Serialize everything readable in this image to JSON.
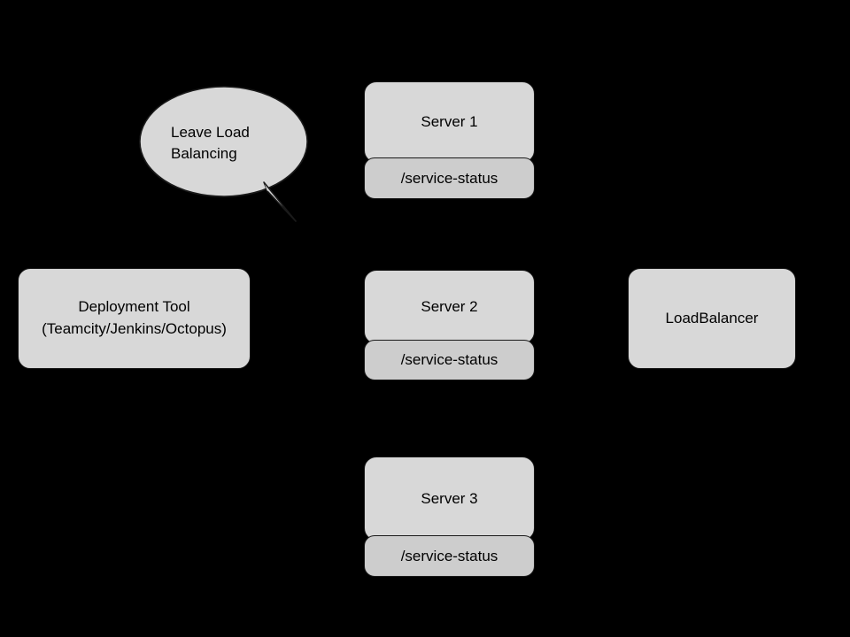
{
  "diagram": {
    "background_color": "#000000",
    "node_fill": "#d8d8d8",
    "node_fill_alt": "#cdcdcd",
    "stroke_color": "#1a1a1a",
    "text_color": "#000000"
  },
  "callout": {
    "text": "Leave Load\nBalancing"
  },
  "deployment_tool": {
    "label": "Deployment Tool\n(Teamcity/Jenkins/Octopus)"
  },
  "load_balancer": {
    "label": "LoadBalancer"
  },
  "servers": [
    {
      "name": "Server 1",
      "endpoint": "/service-status"
    },
    {
      "name": "Server 2",
      "endpoint": "/service-status"
    },
    {
      "name": "Server 3",
      "endpoint": "/service-status"
    }
  ]
}
